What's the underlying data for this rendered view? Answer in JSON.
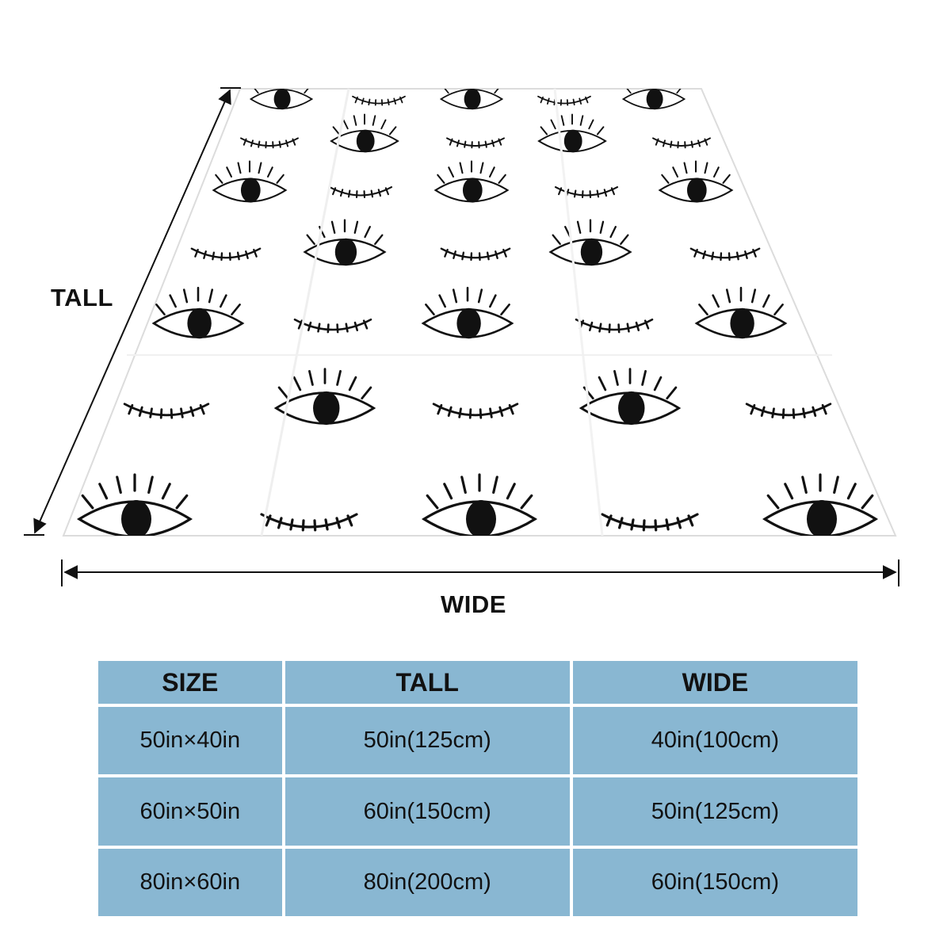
{
  "figure": {
    "tall_label": "TALL",
    "wide_label": "WIDE",
    "colors": {
      "ink": "#111111",
      "blanket": "#ffffff",
      "table_cell": "#89b7d2"
    },
    "pattern_icons": [
      "open-eye-icon",
      "closed-eye-icon"
    ]
  },
  "size_table": {
    "headers": [
      "SIZE",
      "TALL",
      "WIDE"
    ],
    "rows": [
      [
        "50in×40in",
        "50in(125cm)",
        "40in(100cm)"
      ],
      [
        "60in×50in",
        "60in(150cm)",
        "50in(125cm)"
      ],
      [
        "80in×60in",
        "80in(200cm)",
        "60in(150cm)"
      ]
    ]
  }
}
